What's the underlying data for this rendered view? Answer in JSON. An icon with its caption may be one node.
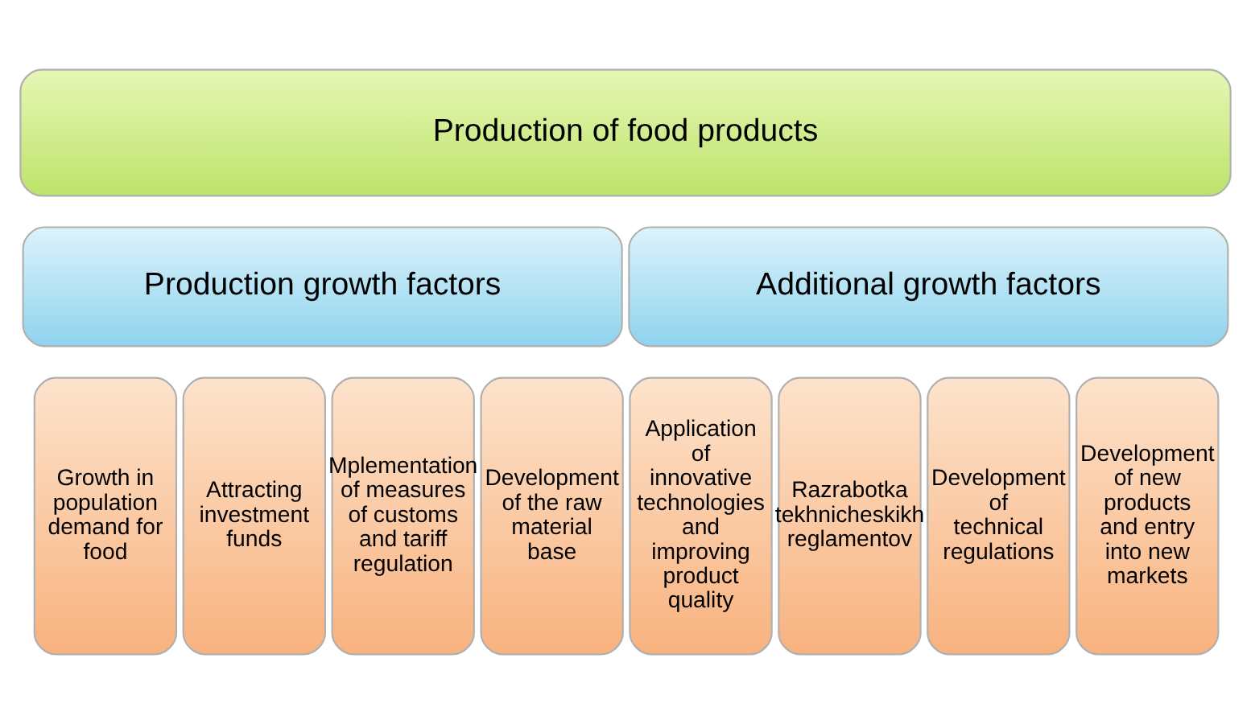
{
  "diagram": {
    "nodes": [
      {
        "text": [
          "Production of food products"
        ]
      },
      {
        "text": [
          "Production growth factors"
        ]
      },
      {
        "text": [
          "Additional growth factors"
        ]
      },
      {
        "text": [
          "Growth in population demand for food"
        ]
      },
      {
        "text": [
          "Attracting investment funds"
        ]
      },
      {
        "text": [
          "Mplementation of measures of customs and tariff regulation"
        ]
      },
      {
        "text": [
          "Development of the raw material base"
        ]
      },
      {
        "text": [
          "Application of innovative technologies and improving product quality"
        ]
      },
      {
        "text": [
          "Razrabotka tekhnicheskikh reglamentov"
        ]
      },
      {
        "text": [
          "Development of technical regulations"
        ]
      },
      {
        "text": [
          "Development of new products and entry into new markets"
        ]
      }
    ],
    "edges": []
  }
}
